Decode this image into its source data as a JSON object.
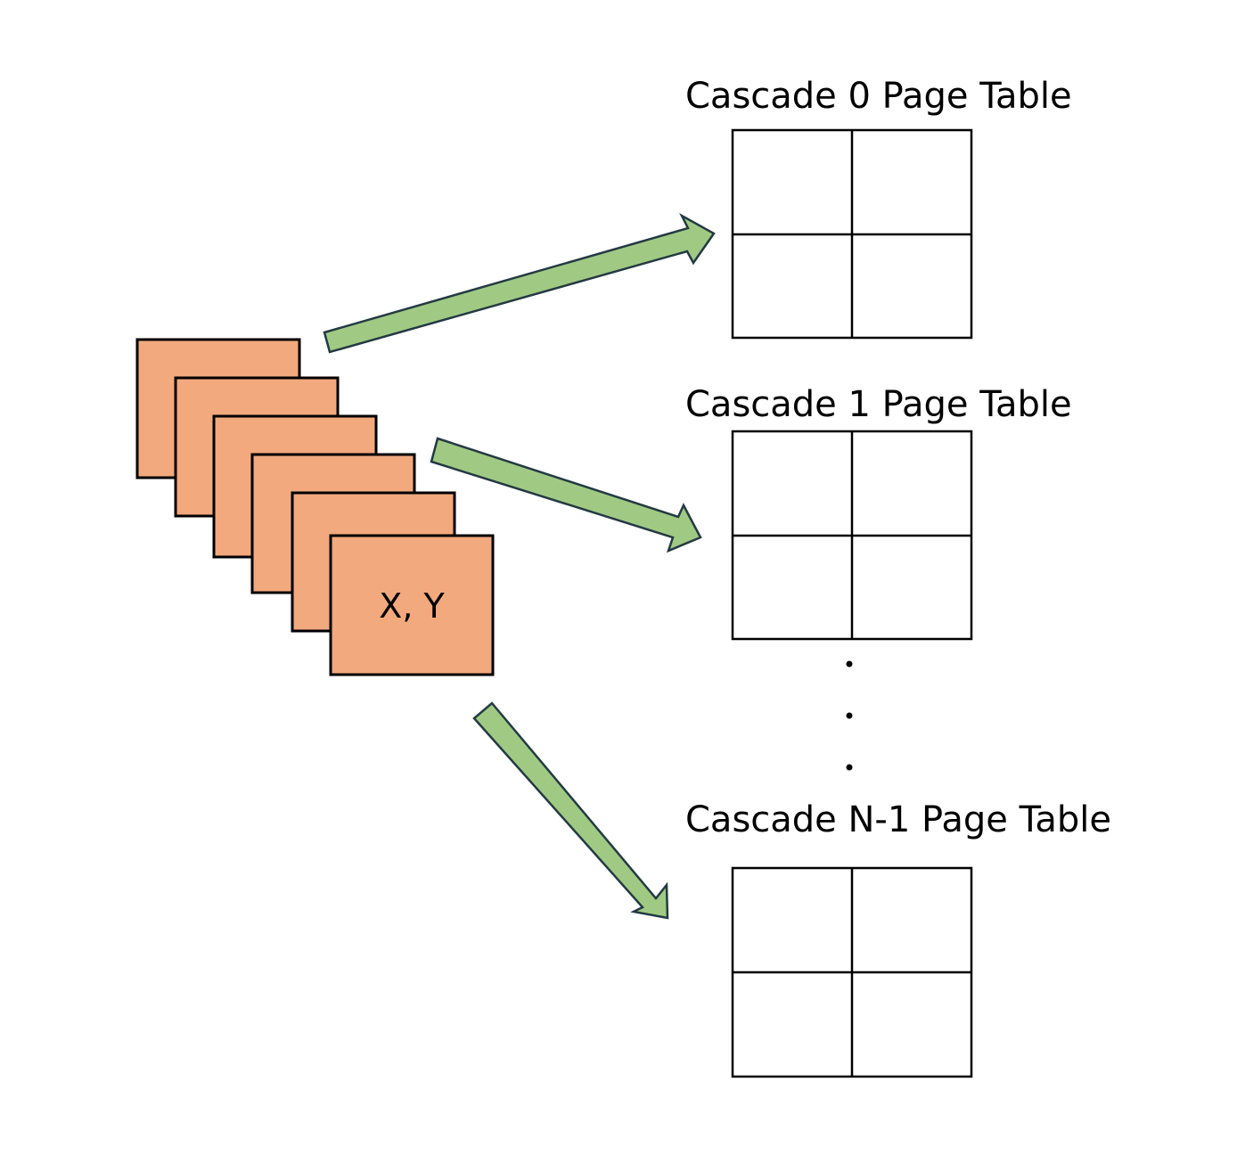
{
  "tile_stack": {
    "count": 6,
    "front_label": "X, Y",
    "fill_color": "#f2a97e"
  },
  "arrows": {
    "count": 3,
    "fill_color": "#a0ca84",
    "outline_color": "#233a42"
  },
  "page_tables": [
    {
      "label": "Cascade 0 Page Table"
    },
    {
      "label": "Cascade 1 Page Table"
    },
    {
      "label": "Cascade N-1 Page Table"
    }
  ],
  "ellipsis": {
    "dot_count": 3
  }
}
